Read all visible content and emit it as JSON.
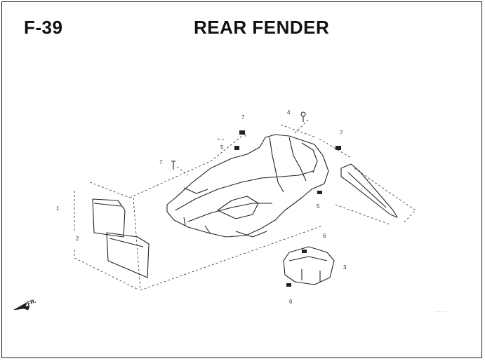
{
  "header": {
    "code": "F-39",
    "title": "REAR FENDER"
  },
  "callouts": [
    {
      "id": "c1",
      "label": "1"
    },
    {
      "id": "c2",
      "label": "2"
    },
    {
      "id": "c3",
      "label": "3"
    },
    {
      "id": "c4",
      "label": "4"
    },
    {
      "id": "c5",
      "label": "5"
    },
    {
      "id": "c5b",
      "label": "5"
    },
    {
      "id": "c6",
      "label": "6"
    },
    {
      "id": "c6b",
      "label": "6"
    },
    {
      "id": "c7a",
      "label": "7"
    },
    {
      "id": "c7b",
      "label": "7"
    },
    {
      "id": "c7c",
      "label": "7"
    }
  ],
  "direction_marker": {
    "label": "FR."
  },
  "footer_code": "· · · · ·"
}
